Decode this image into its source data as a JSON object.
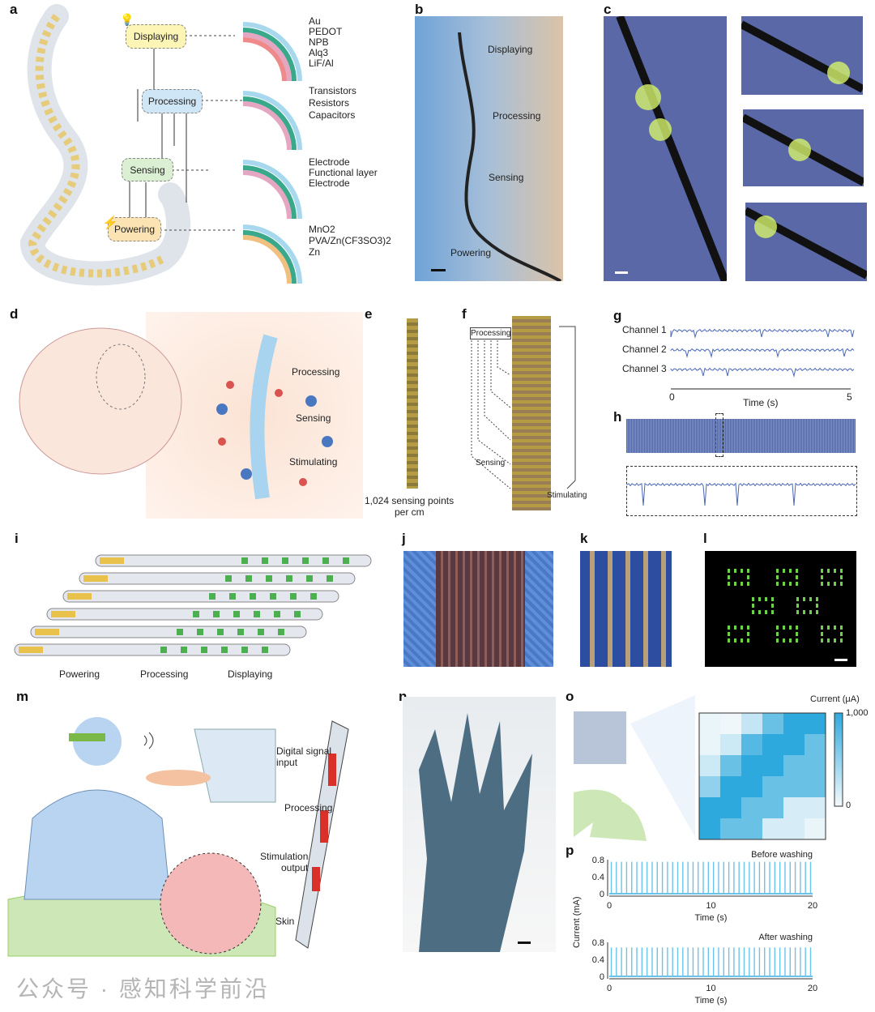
{
  "panels": {
    "a": "a",
    "b": "b",
    "c": "c",
    "d": "d",
    "e": "e",
    "f": "f",
    "g": "g",
    "h": "h",
    "i": "i",
    "j": "j",
    "k": "k",
    "l": "l",
    "m": "m",
    "n": "n",
    "o": "o",
    "p": "p"
  },
  "a": {
    "modules": [
      "Displaying",
      "Processing",
      "Sensing",
      "Powering"
    ],
    "layers": {
      "display": [
        "Au",
        "PEDOT",
        "NPB",
        "Alq3",
        "LiF/Al"
      ],
      "processing": [
        "Transistors",
        "Resistors",
        "Capacitors"
      ],
      "sensing": [
        "Electrode",
        "Functional layer",
        "Electrode"
      ],
      "powering": [
        "MnO2",
        "PVA/Zn(CF3SO3)2",
        "Zn"
      ]
    }
  },
  "b": {
    "labels": [
      "Displaying",
      "Processing",
      "Sensing",
      "Powering"
    ]
  },
  "d": {
    "labels": [
      "Processing",
      "Sensing",
      "Stimulating"
    ]
  },
  "e": {
    "caption_line1": "1,024 sensing points",
    "caption_line2": "per cm"
  },
  "f": {
    "labels": [
      "Processing",
      "Sensing",
      "Stimulating"
    ]
  },
  "g": {
    "channels": [
      "Channel 1",
      "Channel 2",
      "Channel 3"
    ],
    "x_min": "0",
    "x_max": "5",
    "xlabel": "Time (s)"
  },
  "i": {
    "labels": [
      "Powering",
      "Processing",
      "Displaying"
    ]
  },
  "m": {
    "labels": {
      "digital": "Digital signal",
      "digital2": "input",
      "processing": "Processing",
      "stim": "Stimulation",
      "stim2": "output",
      "skin": "Skin"
    }
  },
  "chart_data": [
    {
      "type": "heatmap",
      "title": "Current (μA)",
      "colorbar_min": "0",
      "colorbar_max": "1,000",
      "values": [
        [
          0.05,
          0.02,
          0.25,
          0.7,
          1,
          1
        ],
        [
          0.05,
          0.2,
          0.8,
          1,
          1,
          0.7
        ],
        [
          0.2,
          0.7,
          1,
          1,
          0.7,
          0.7
        ],
        [
          0.5,
          1,
          1,
          0.7,
          0.7,
          0.7
        ],
        [
          1,
          1,
          0.7,
          0.7,
          0.15,
          0.15
        ],
        [
          1,
          0.7,
          0.7,
          0.15,
          0.15,
          0.05
        ]
      ],
      "low_color": "#f4f9fc",
      "high_color": "#2ea9dd"
    },
    {
      "type": "line",
      "title": "Before washing",
      "xlabel": "Time (s)",
      "ylabel": "Current (mA)",
      "xlim": [
        0,
        20
      ],
      "ylim": [
        0,
        0.8
      ],
      "xticks": [
        "0",
        "10",
        "20"
      ],
      "yticks": [
        "0",
        "0.4",
        "0.8"
      ],
      "pulse_count": 40,
      "pulse_peak": 0.75,
      "color": "#6cc3ea"
    },
    {
      "type": "line",
      "title": "After washing",
      "xlabel": "Time (s)",
      "ylabel": "Current (mA)",
      "xlim": [
        0,
        20
      ],
      "ylim": [
        0,
        0.8
      ],
      "xticks": [
        "0",
        "10",
        "20"
      ],
      "yticks": [
        "0",
        "0.4",
        "0.8"
      ],
      "pulse_count": 40,
      "pulse_peak": 0.68,
      "color": "#6cc3ea"
    }
  ],
  "watermark": "公众号 · 感知科学前沿"
}
